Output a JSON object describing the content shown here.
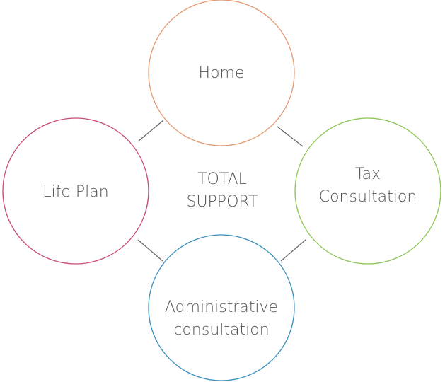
{
  "center": {
    "line1": "TOTAL",
    "line2": "SUPPORT"
  },
  "nodes": {
    "home": {
      "label": "Home",
      "color": "#e59a72"
    },
    "life_plan": {
      "label": "Life Plan",
      "color": "#c84c70"
    },
    "tax": {
      "line1": "Tax",
      "line2": "Consultation",
      "color": "#8cc655"
    },
    "admin": {
      "line1": "Administrative",
      "line2": "consultation",
      "color": "#3b90bd"
    }
  },
  "connector_color": "#666666"
}
